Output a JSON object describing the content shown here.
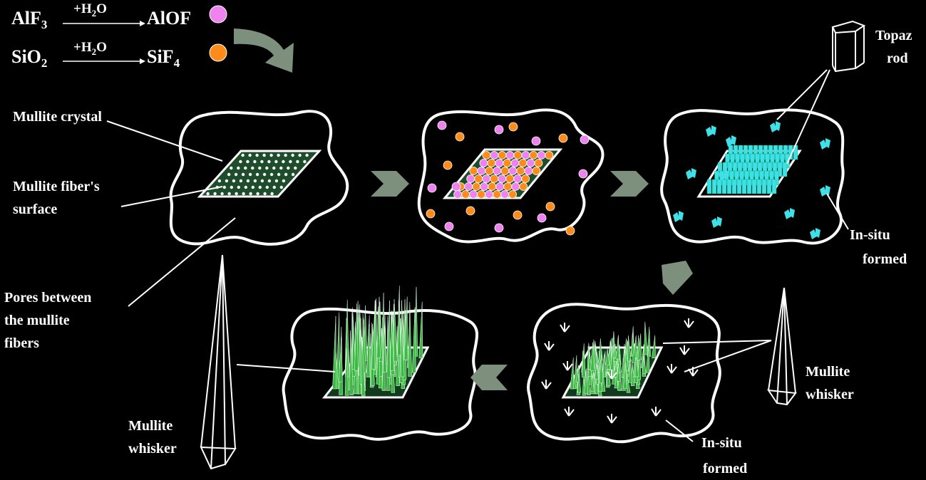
{
  "reactions": [
    {
      "reactant_main": "AlF",
      "reactant_sub": "3",
      "over_pre": "+H",
      "over_sub": "2",
      "over_post": "O",
      "product_main": "AlOF",
      "product_sub": "",
      "marker_color": "#ee82ee"
    },
    {
      "reactant_main": "SiO",
      "reactant_sub": "2",
      "over_pre": "+H",
      "over_sub": "2",
      "over_post": "O",
      "product_main": "SiF",
      "product_sub": "4",
      "marker_color": "#ff8c1a"
    }
  ],
  "labels": {
    "mullite_crystal": "Mullite crystal",
    "fiber_surface_line1": "Mullite fiber's",
    "fiber_surface_line2": "surface",
    "pores_line1": "Pores between",
    "pores_line2": "the mullite",
    "pores_line3": "fibers",
    "topaz_line1": "Topaz",
    "topaz_line2": "rod",
    "insitu_top_line1": "In-situ",
    "insitu_top_line2": "formed",
    "whisker_right_line1": "Mullite",
    "whisker_right_line2": "whisker",
    "insitu_bottom_line1": "In-situ",
    "insitu_bottom_line2": "formed",
    "whisker_left_line1": "Mullite",
    "whisker_left_line2": "whisker"
  },
  "colors": {
    "background": "#000000",
    "outline": "#ffffff",
    "crystal_surface": "#1e4d2b",
    "alof": "#ee82ee",
    "sif4": "#ff8c1a",
    "topaz": "#40e0e8",
    "whisker": "#3cb843",
    "arrow": "#7d8f7d"
  },
  "icons": [
    "process-arrow-icon",
    "topaz-rod-icon",
    "mullite-whisker-icon"
  ]
}
